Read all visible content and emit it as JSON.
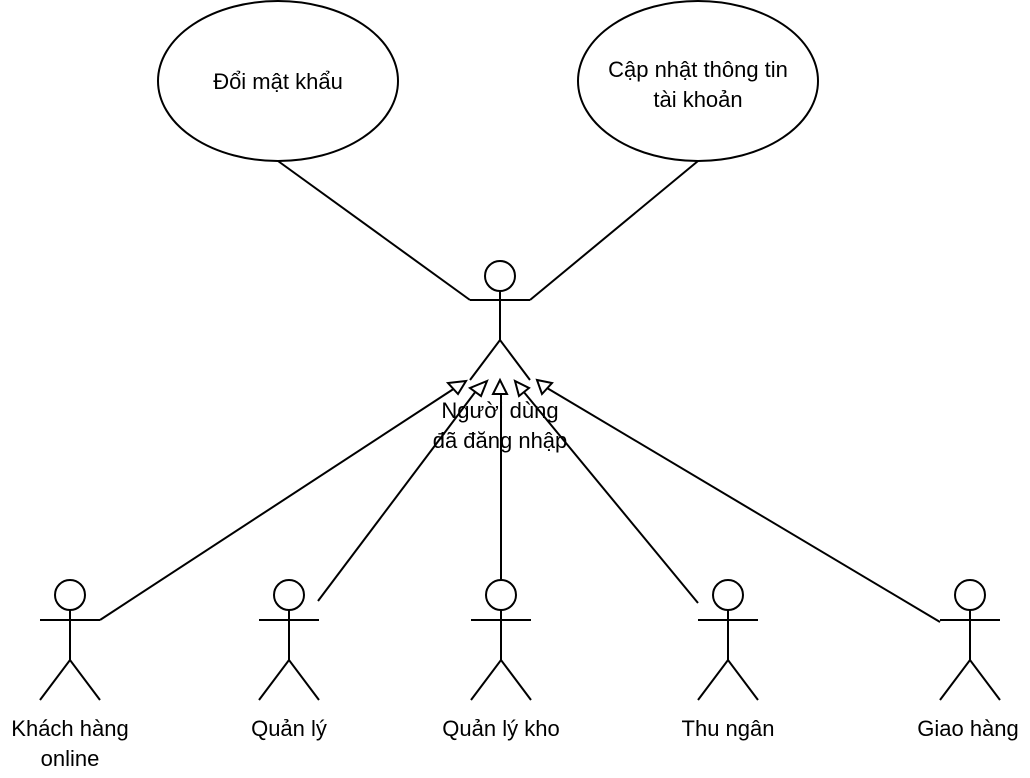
{
  "use_cases": [
    {
      "lines": [
        "Đổi mật khẩu"
      ]
    },
    {
      "lines": [
        "Cập nhật thông tin",
        "tài khoản"
      ]
    }
  ],
  "central_actor": {
    "lines": [
      "Người dùng",
      "đã đăng nhập"
    ]
  },
  "actors": [
    {
      "lines": [
        "Khách hàng",
        "online"
      ]
    },
    {
      "lines": [
        "Quản lý"
      ]
    },
    {
      "lines": [
        "Quản lý kho"
      ]
    },
    {
      "lines": [
        "Thu ngân"
      ]
    },
    {
      "lines": [
        "Giao hàng"
      ]
    }
  ],
  "colors": {
    "stroke": "#000000",
    "background": "#ffffff"
  }
}
